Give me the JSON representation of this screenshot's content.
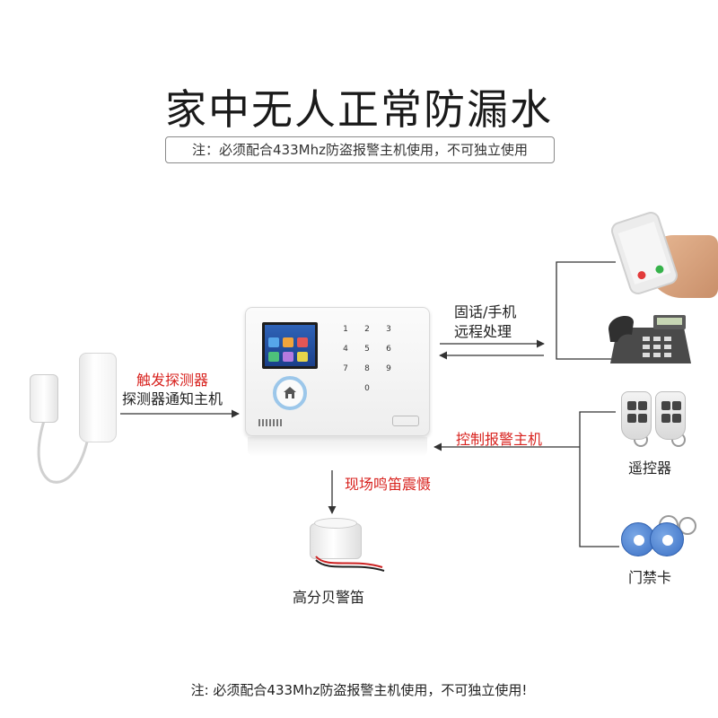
{
  "title": "家中无人正常防漏水",
  "notice_top": "注：必须配合433Mhz防盗报警主机使用，不可独立使用",
  "labels": {
    "trigger_detector": "触发探测器",
    "detector_notify": "探测器通知主机",
    "landline_mobile": "固话/手机",
    "remote_handle": "远程处理",
    "control_panel": "控制报警主机",
    "siren_alarm": "现场鸣笛震慑",
    "remote_control": "遥控器",
    "access_card": "门禁卡",
    "siren_device": "高分贝警笛"
  },
  "notice_bottom": "注: 必须配合433Mhz防盗报警主机使用，不可独立使用!",
  "panel": {
    "keys": [
      "1",
      "2",
      "3",
      "4",
      "5",
      "6",
      "7",
      "8",
      "9",
      "0"
    ]
  },
  "colors": {
    "accent_red": "#d8231f",
    "line": "#333333",
    "lcd_blue": "#2f63b8",
    "tag_blue": "#3a6fc4",
    "home_ring": "#9cc7ea"
  },
  "icons": [
    "water-leak-detector-icon",
    "alarm-panel-icon",
    "smartphone-icon",
    "desk-phone-icon",
    "remote-control-icon",
    "rfid-tag-icon",
    "siren-icon",
    "home-icon"
  ]
}
